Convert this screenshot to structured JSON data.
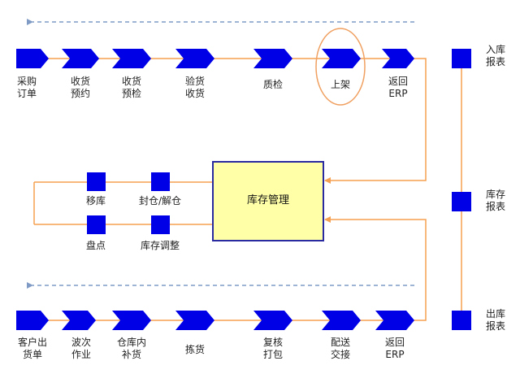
{
  "colors": {
    "chevron_fill": "#0000e6",
    "flow_line": "#f5a050",
    "dashed_arrow": "#7f9bc5",
    "center_fill": "#ffffa8",
    "center_border": "#2a2aa0",
    "highlight_ellipse": "#f0a060"
  },
  "top_row": [
    {
      "line1": "采购",
      "line2": "订单"
    },
    {
      "line1": "收货",
      "line2": "预约"
    },
    {
      "line1": "收货",
      "line2": "预检"
    },
    {
      "line1": "验货",
      "line2": "收货"
    },
    {
      "line1": "质检",
      "line2": ""
    },
    {
      "line1": "上架",
      "line2": ""
    },
    {
      "line1": "返回",
      "line2": "ERP"
    }
  ],
  "bottom_row": [
    {
      "line1": "客户出",
      "line2": "货单"
    },
    {
      "line1": "波次",
      "line2": "作业"
    },
    {
      "line1": "仓库内",
      "line2": "补货"
    },
    {
      "line1": "拣货",
      "line2": ""
    },
    {
      "line1": "复核",
      "line2": "打包"
    },
    {
      "line1": "配送",
      "line2": "交接"
    },
    {
      "line1": "返回",
      "line2": "ERP"
    }
  ],
  "middle": {
    "center_label": "库存管理",
    "squares": [
      {
        "label": "移库"
      },
      {
        "label": "封仓/解仓"
      },
      {
        "label": "盘点"
      },
      {
        "label": "库存调整"
      }
    ]
  },
  "reports": [
    {
      "line1": "入库",
      "line2": "报表"
    },
    {
      "line1": "库存",
      "line2": "报表"
    },
    {
      "line1": "出库",
      "line2": "报表"
    }
  ]
}
